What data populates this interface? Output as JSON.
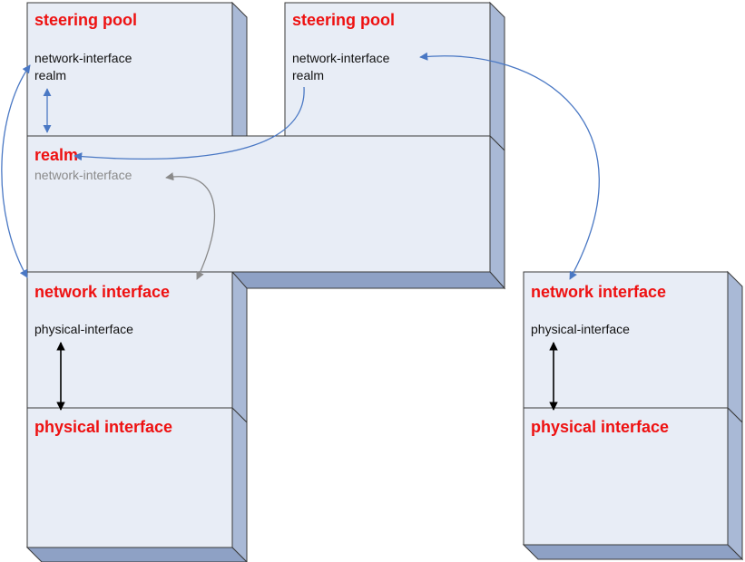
{
  "boxes": {
    "steering_pool_left": {
      "title": "steering pool",
      "attrs": [
        "network-interface",
        "realm"
      ]
    },
    "steering_pool_right": {
      "title": "steering pool",
      "attrs": [
        "network-interface",
        "realm"
      ]
    },
    "realm": {
      "title": "realm",
      "attrs": [
        "network-interface"
      ]
    },
    "network_interface_left": {
      "title": "network interface",
      "attrs": [
        "physical-interface"
      ]
    },
    "physical_interface_left": {
      "title": "physical interface"
    },
    "network_interface_right": {
      "title": "network interface",
      "attrs": [
        "physical-interface"
      ]
    },
    "physical_interface_right": {
      "title": "physical interface"
    }
  },
  "colors": {
    "title": "#ee1111",
    "box_face": "#e8edf6",
    "box_side": "#a9b9d6",
    "arrow_blue": "#4a78c4",
    "arrow_gray": "#8a8a8a",
    "arrow_black": "#000000"
  }
}
